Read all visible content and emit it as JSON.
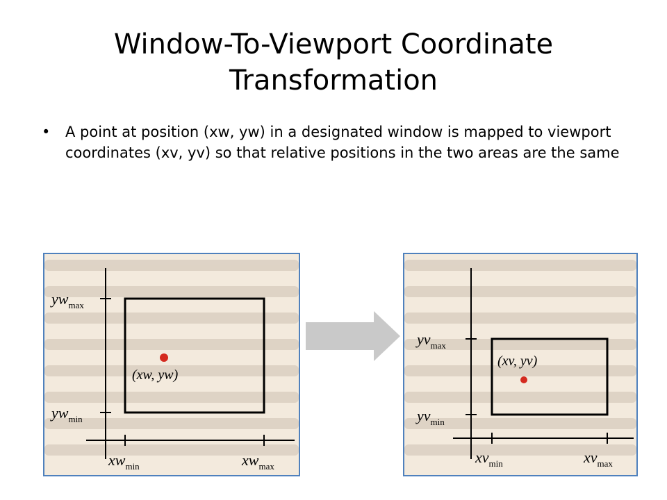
{
  "slide": {
    "title_line1": "Window-To-Viewport Coordinate",
    "title_line2": "Transformation",
    "bullet_symbol": "•",
    "bullet_text": "A point at position (xw, yw) in a designated window is mapped to viewport coordinates (xv, yv) so that relative positions in the two areas are the same"
  },
  "window_figure": {
    "y_max_label": "yw",
    "y_max_sub": "max",
    "y_min_label": "yw",
    "y_min_sub": "min",
    "x_min_label": "xw",
    "x_min_sub": "min",
    "x_max_label": "xw",
    "x_max_sub": "max",
    "point_label": "(xw, yw)",
    "point_color": "#d42a1f"
  },
  "viewport_figure": {
    "y_max_label": "yv",
    "y_max_sub": "max",
    "y_min_label": "yv",
    "y_min_sub": "min",
    "x_min_label": "xv",
    "x_min_sub": "min",
    "x_max_label": "xv",
    "x_max_sub": "max",
    "point_label": "(xv, yv)",
    "point_color": "#d42a1f"
  },
  "colors": {
    "panel_border": "#4f81bd",
    "panel_background": "#f3eadd",
    "arrow": "#c9c9c9"
  }
}
